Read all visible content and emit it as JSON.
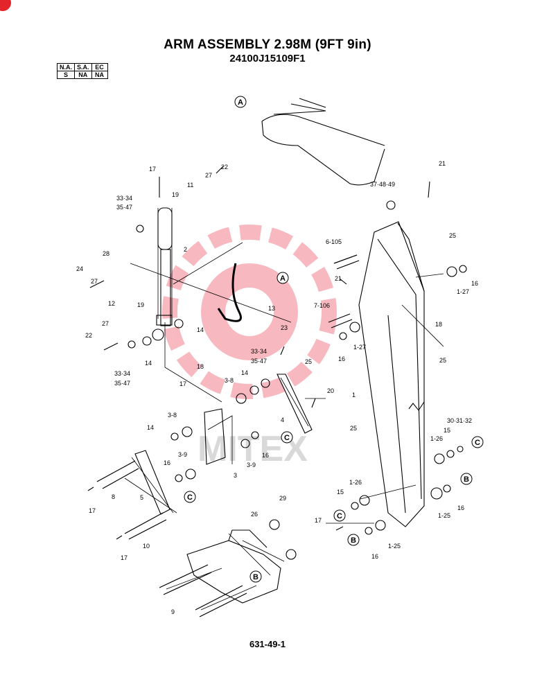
{
  "title": "ARM ASSEMBLY 2.98M (9FT 9in)",
  "part_number": "24100J15109F1",
  "availability": {
    "headers": [
      "N.A.",
      "S.A.",
      "EC"
    ],
    "values": [
      "S",
      "NA",
      "NA"
    ]
  },
  "watermark": "MITEX",
  "page_number": "631-49-1",
  "colors": {
    "watermark_logo": "#e8263a",
    "corner_marker": "#e3242b"
  },
  "callout_refs": {
    "a": "A",
    "b": "B",
    "c": "C"
  },
  "labels": {
    "p1": "1",
    "p1_25": "1-25",
    "p1_26": "1-26",
    "p1_27": "1-27",
    "p2": "2",
    "p3": "3",
    "p3_8": "3-8",
    "p3_9": "3-9",
    "p4": "4",
    "p5": "5",
    "p6_105": "6-105",
    "p7_106": "7-106",
    "p8": "8",
    "p9": "9",
    "p10": "10",
    "p11": "11",
    "p12": "12",
    "p13": "13",
    "p14": "14",
    "p15": "15",
    "p16": "16",
    "p17": "17",
    "p18": "18",
    "p19": "19",
    "p20": "20",
    "p21": "21",
    "p22": "22",
    "p23": "23",
    "p24": "24",
    "p25": "25",
    "p26": "26",
    "p27": "27",
    "p28": "28",
    "p29": "29",
    "p30_31_32": "30·31·32",
    "p33_34": "33·34",
    "p35_47": "35·47",
    "p37_48_49": "37·48·49"
  }
}
